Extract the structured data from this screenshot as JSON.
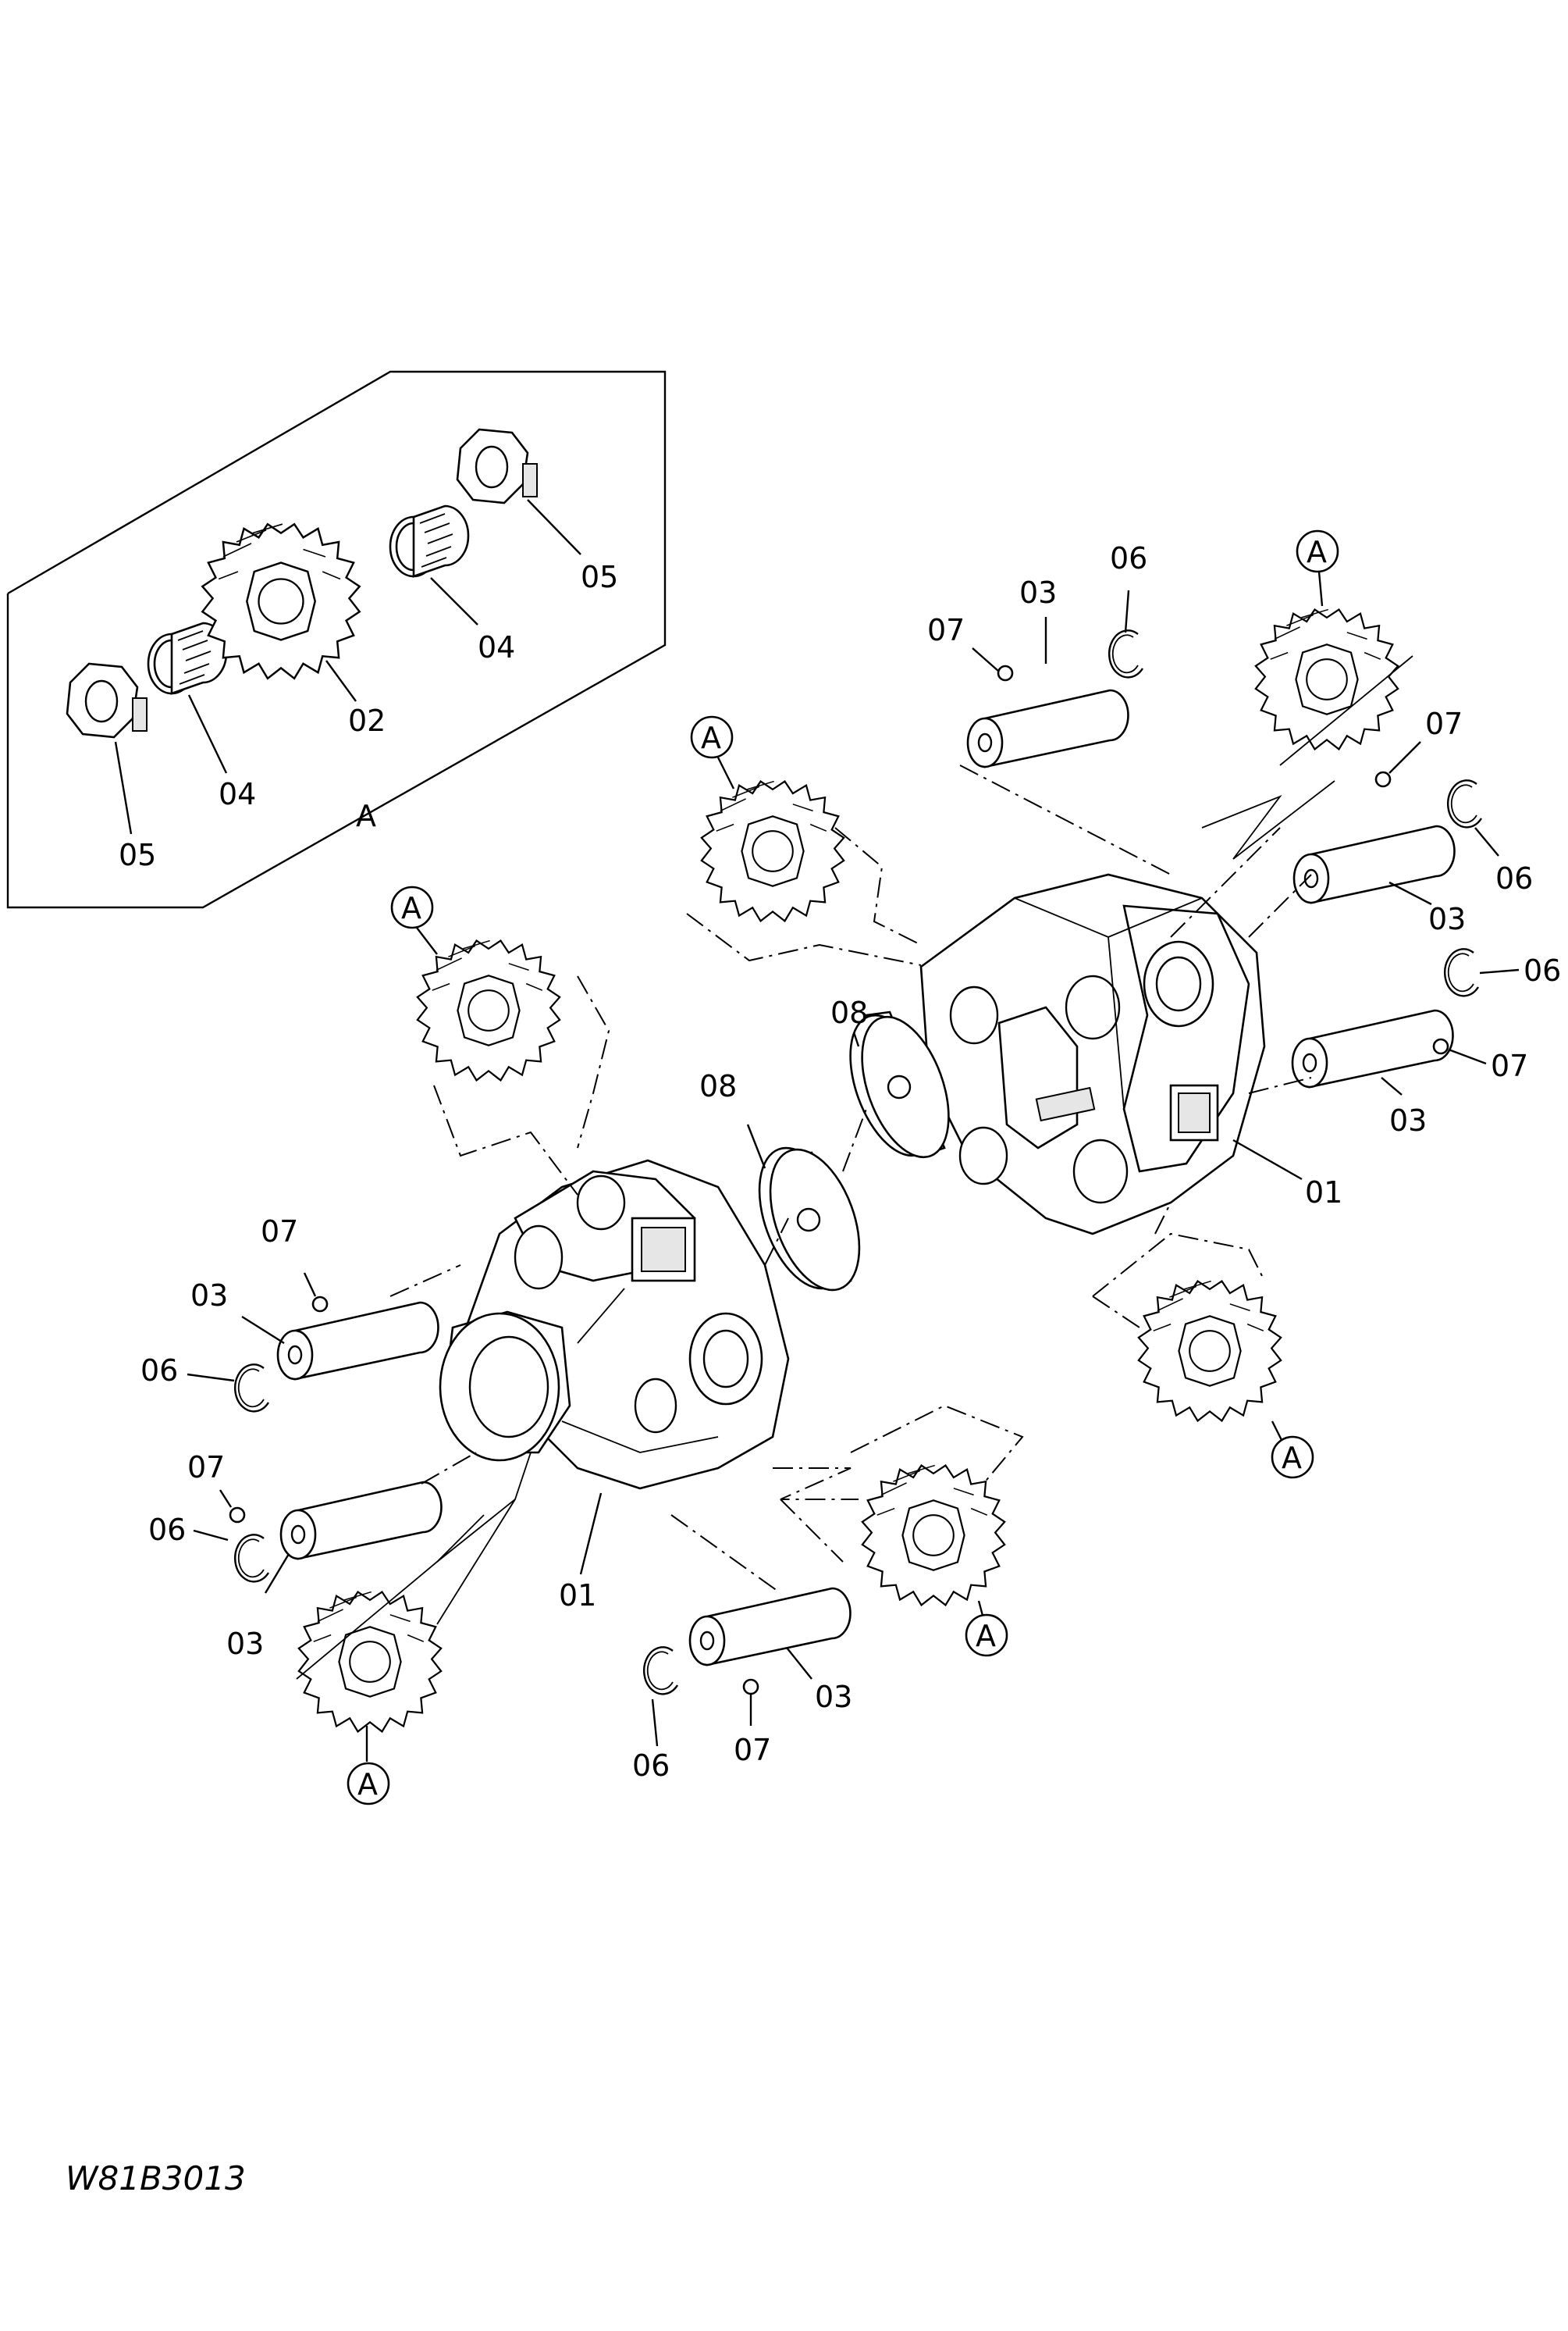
{
  "drawing_code": "W81B3013",
  "inset": {
    "group_label": "A",
    "labels": {
      "washer_left": "05",
      "bearing_left": "04",
      "gear": "02",
      "bearing_right": "04",
      "washer_right": "05"
    }
  },
  "left_carrier": {
    "top_gear_ref": "A",
    "pin_top": {
      "dowel": "07",
      "pin": "03",
      "ring": "06"
    },
    "pin_mid": {
      "dowel": "07",
      "ring": "06",
      "pin": "03"
    },
    "carrier": "01",
    "bottom_gear_ref": "A",
    "pin_bottom": {
      "ring": "06",
      "dowel": "07",
      "pin": "03"
    },
    "right_gear_ref": "A",
    "thrust_washer": "08"
  },
  "right_carrier": {
    "top_gear_ref": "A",
    "pin_top": {
      "dowel": "07",
      "pin": "03",
      "ring": "06"
    },
    "top_right_gear_ref": "A",
    "pin_right_upper": {
      "dowel": "07",
      "ring": "06",
      "pin": "03"
    },
    "pin_right_lower": {
      "ring": "06",
      "dowel": "07",
      "pin": "03"
    },
    "carrier": "01",
    "bottom_gear_ref": "A",
    "thrust_washer": "08"
  }
}
